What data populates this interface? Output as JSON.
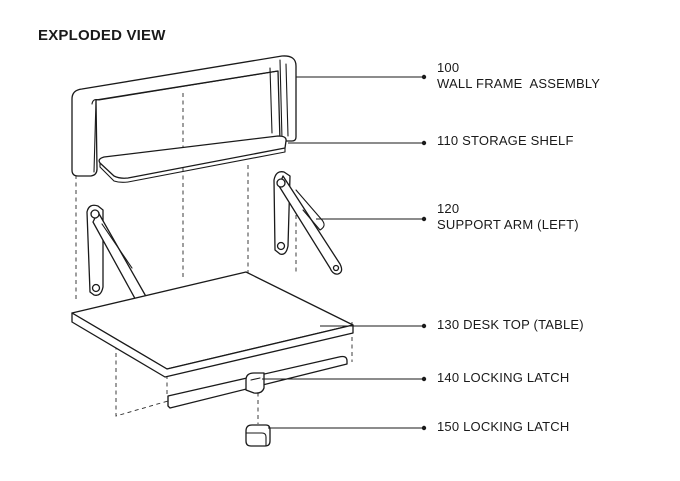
{
  "title": "EXPLODED VIEW",
  "callouts": [
    {
      "id": "c100",
      "lines": [
        "100",
        "WALL FRAME  ASSEMBLY"
      ]
    },
    {
      "id": "c110",
      "lines": [
        "110 STORAGE SHELF"
      ]
    },
    {
      "id": "c120",
      "lines": [
        "120",
        "SUPPORT ARM (LEFT)"
      ]
    },
    {
      "id": "c130",
      "lines": [
        "130 DESK TOP (TABLE)"
      ]
    },
    {
      "id": "c140",
      "lines": [
        "140 LOCKING LATCH"
      ]
    },
    {
      "id": "c150",
      "lines": [
        "150 LOCKING LATCH"
      ]
    }
  ]
}
